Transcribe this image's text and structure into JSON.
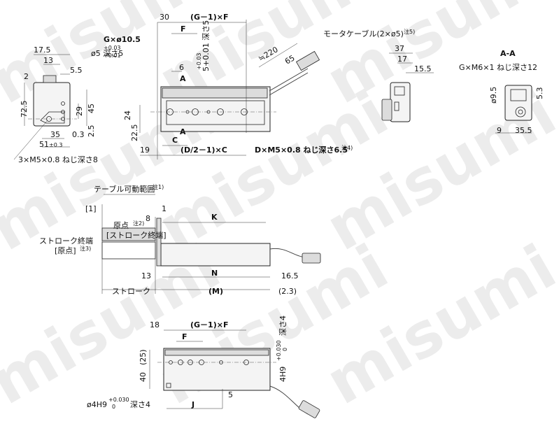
{
  "watermark": "misumi",
  "top_view": {
    "d30": "30",
    "g1f": "(G－1)×F",
    "f": "F",
    "g_hole": "G×ø10.5",
    "g_hole_tol_sup": "+0.03",
    "g_hole_tol_sub": "+0.01",
    "g_hole_depth": "ø5    深さ5",
    "slot1": "+0.03",
    "slot2": "5+0.01 深さ5",
    "d6": "6",
    "sec_a_top": "A",
    "sec_a_bot": "A",
    "d24": "24",
    "d22_5": "22.5",
    "c": "C",
    "d19": "19",
    "d2c": "(D/2－1)×C",
    "dm5": "D×M5×0.8 ねじ深さ6.5",
    "dm5_note": "注4)",
    "motor_cable": "モータケーブル(2×ø5)",
    "motor_cable_note": "注5)",
    "d220": "≒220",
    "d65": "65"
  },
  "side_view": {
    "d17_5": "17.5",
    "d13": "13",
    "d5_5": "5.5",
    "d2": "2",
    "d72_5": "72.5",
    "d29": "29",
    "d45": "45",
    "d35": "35",
    "d0_3": "0.3",
    "d51": "51",
    "d51_tol": "±0.3",
    "d2_5": "2.5",
    "m5": "3×M5×0.8 ねじ深さ8"
  },
  "end_view": {
    "d37": "37",
    "d17": "17",
    "d15_5": "15.5"
  },
  "section_aa": {
    "title": "A-A",
    "gm6": "G×M6×1 ねじ深さ12",
    "d9_5": "ø9.5",
    "d5_3": "5.3",
    "d9": "9",
    "d35_5": "35.5"
  },
  "front_view": {
    "table_range": "テーブル可動範囲",
    "table_range_note": "注1)",
    "b1": "[1]",
    "d8": "8",
    "d1": "1",
    "origin": "原点",
    "origin_note": "注2)",
    "stroke_end_bracket": "[ストローク終端]",
    "k": "K",
    "stroke_end": "ストローク終端",
    "origin_bracket": "[原点]",
    "origin_bracket_note": "注3)",
    "d13": "13",
    "n": "N",
    "d16_5": "16.5",
    "stroke": "ストローク",
    "m": "(M)",
    "d2_3": "(2.3)"
  },
  "bottom_view": {
    "d18": "18",
    "g1f": "(G－1)×F",
    "f": "F",
    "d25": "(25)",
    "d40": "40",
    "pin_hole": "4H9",
    "pin_tol_sup": "+0.030",
    "pin_tol_sub": "0",
    "pin_depth": "深さ4",
    "pin_hole_bottom": "ø4H9",
    "pin_bottom_depth": "深さ4",
    "j": "J",
    "d5": "5"
  }
}
